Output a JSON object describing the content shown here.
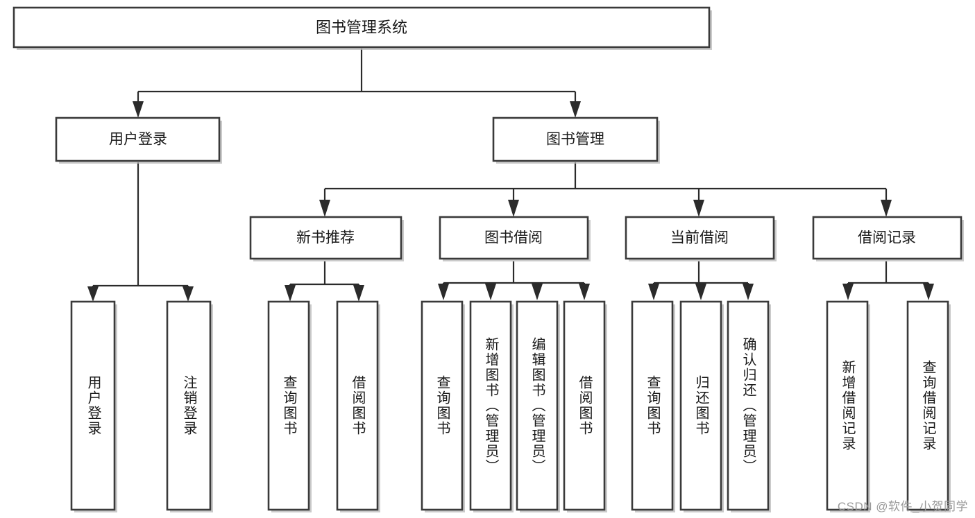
{
  "diagram": {
    "title": "图书管理系统",
    "type": "tree",
    "orientation": "top-down",
    "watermark": "CSDN @软件_小贺同学",
    "colors": {
      "box_stroke": "#3a3a3a",
      "box_fill": "#ffffff",
      "connector": "#2b2b2b",
      "text": "#1a1a1a",
      "watermark": "#9a9a9a",
      "background": "#ffffff"
    },
    "levels": {
      "root": {
        "label": "图书管理系统"
      },
      "level2": [
        {
          "label": "用户登录"
        },
        {
          "label": "图书管理"
        }
      ],
      "level3": [
        {
          "label": "新书推荐"
        },
        {
          "label": "图书借阅"
        },
        {
          "label": "当前借阅"
        },
        {
          "label": "借阅记录"
        }
      ],
      "leaves": [
        {
          "label": "用户登录",
          "parent": "用户登录"
        },
        {
          "label": "注销登录",
          "parent": "用户登录"
        },
        {
          "label": "查询图书",
          "parent": "新书推荐"
        },
        {
          "label": "借阅图书",
          "parent": "新书推荐"
        },
        {
          "label": "查询图书",
          "parent": "图书借阅"
        },
        {
          "label": "新增图书（管理员）",
          "parent": "图书借阅"
        },
        {
          "label": "编辑图书（管理员）",
          "parent": "图书借阅"
        },
        {
          "label": "借阅图书",
          "parent": "图书借阅"
        },
        {
          "label": "查询图书",
          "parent": "当前借阅"
        },
        {
          "label": "归还图书",
          "parent": "当前借阅"
        },
        {
          "label": "确认归还（管理员）",
          "parent": "当前借阅"
        },
        {
          "label": "新增借阅记录",
          "parent": "借阅记录"
        },
        {
          "label": "查询借阅记录",
          "parent": "借阅记录"
        }
      ]
    }
  }
}
